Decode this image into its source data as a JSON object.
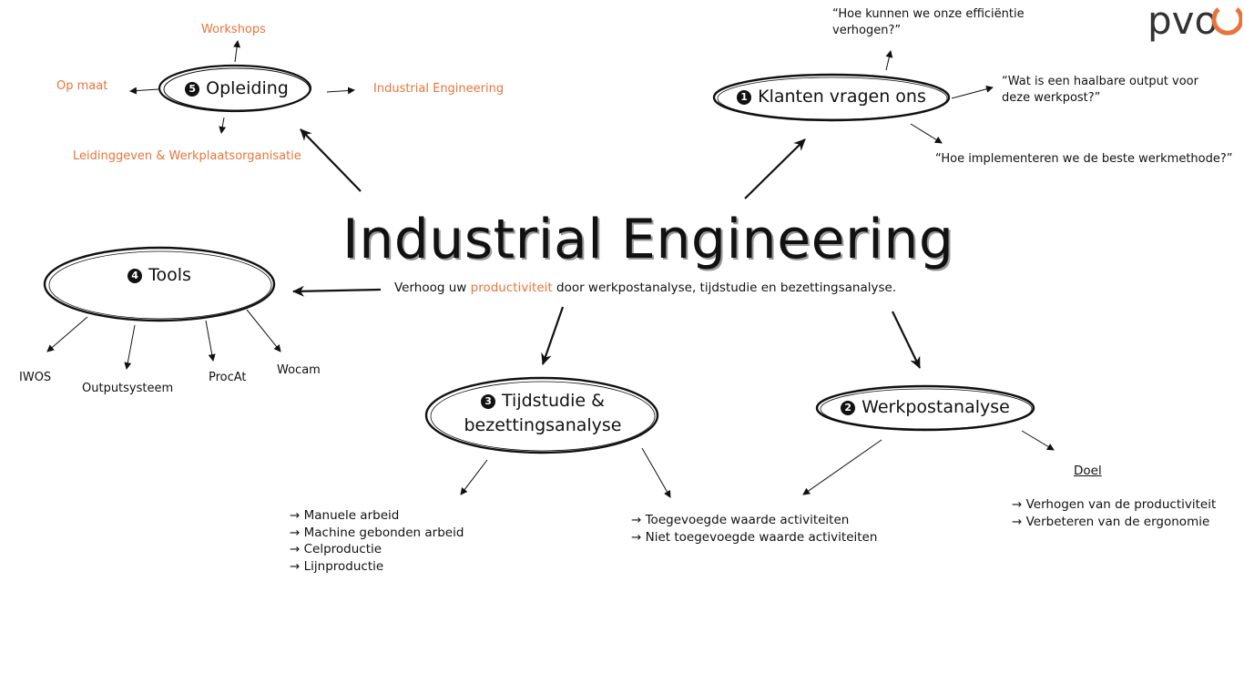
{
  "brand": {
    "logo": "pvo"
  },
  "title": "Industrial Engineering",
  "subtitle": {
    "pre": "Verhoog uw ",
    "highlight": "productiviteit",
    "post": " door werkpostanalyse, tijdstudie en bezettingsanalyse."
  },
  "colors": {
    "accent": "#e8743b",
    "text": "#111111"
  },
  "nodes": {
    "klanten": {
      "number": "1",
      "label": "Klanten vragen ons"
    },
    "werkpost": {
      "number": "2",
      "label": "Werkpostanalyse"
    },
    "tijdstudie": {
      "number": "3",
      "line1": "Tijdstudie &",
      "line2": "bezettingsanalyse"
    },
    "tools": {
      "number": "4",
      "label": "Tools"
    },
    "opleiding": {
      "number": "5",
      "label": "Opleiding"
    }
  },
  "questions": {
    "q1_line1": "“Hoe kunnen we onze efficiëntie",
    "q1_line2": "verhogen?”",
    "q2_line1": "“Wat is een haalbare output voor",
    "q2_line2": "deze werkpost?”",
    "q3": "“Hoe implementeren we de beste werkmethode?”"
  },
  "opleiding_items": {
    "workshops": "Workshops",
    "op_maat": "Op maat",
    "industrial_engineering": "Industrial Engineering",
    "leidinggeven": "Leidinggeven & Werkplaatsorganisatie"
  },
  "tools_items": [
    "IWOS",
    "Outputsysteem",
    "ProcAt",
    "Wocam"
  ],
  "tijdstudie_list": [
    "Manuele arbeid",
    "Machine gebonden arbeid",
    "Celproductie",
    "Lijnproductie"
  ],
  "activiteiten_list": [
    "Toegevoegde waarde activiteiten",
    "Niet toegevoegde waarde activiteiten"
  ],
  "doel": {
    "heading": "Doel",
    "items": [
      "Verhogen van de productiviteit",
      "Verbeteren van de ergonomie"
    ]
  },
  "arrow_glyph": "→"
}
